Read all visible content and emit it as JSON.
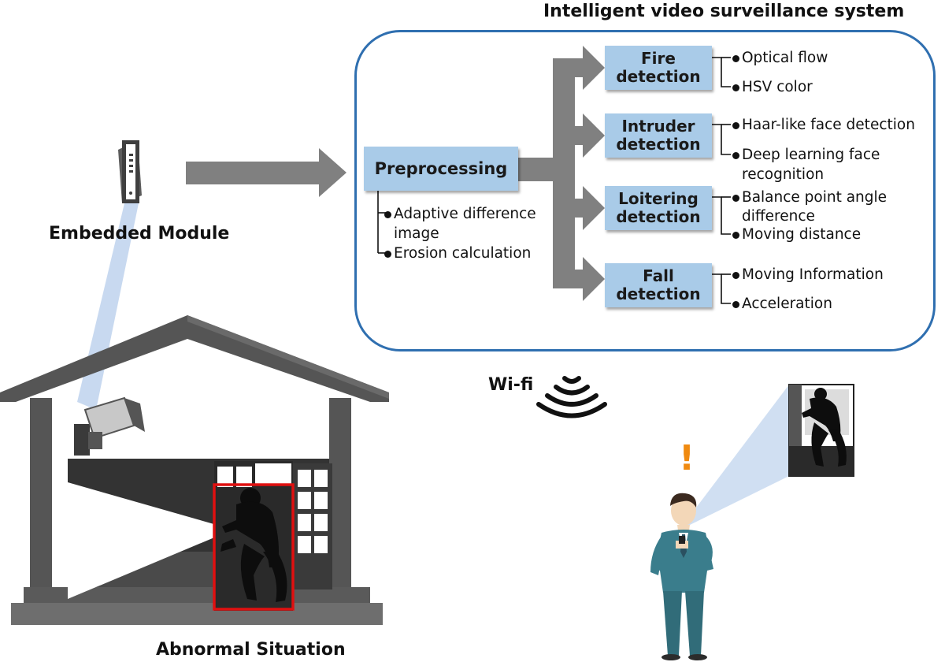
{
  "system": {
    "title": "Intelligent video surveillance system",
    "preprocessing": {
      "label": "Preprocessing",
      "items": [
        "Adaptive difference",
        "image",
        "Erosion calculation"
      ]
    },
    "detections": [
      {
        "line1": "Fire",
        "line2": "detection",
        "items": [
          "Optical flow",
          "HSV color"
        ]
      },
      {
        "line1": "Intruder",
        "line2": "detection",
        "items": [
          "Haar-like face detection",
          "Deep learning face",
          "recognition"
        ]
      },
      {
        "line1": "Loitering",
        "line2": "detection",
        "items": [
          "Balance point angle",
          "difference",
          "Moving distance"
        ]
      },
      {
        "line1": "Fall",
        "line2": "detection",
        "items": [
          "Moving Information",
          "Acceleration"
        ]
      }
    ]
  },
  "labels": {
    "embedded_module": "Embedded Module",
    "abnormal_situation": "Abnormal Situation",
    "wifi": "Wi-fi",
    "alert": "!"
  },
  "colors": {
    "box_border": "#2f6fb0",
    "node_fill": "#a9cbe8",
    "arrow": "#808080",
    "alert": "#f08a10",
    "bbox": "#e01010"
  }
}
